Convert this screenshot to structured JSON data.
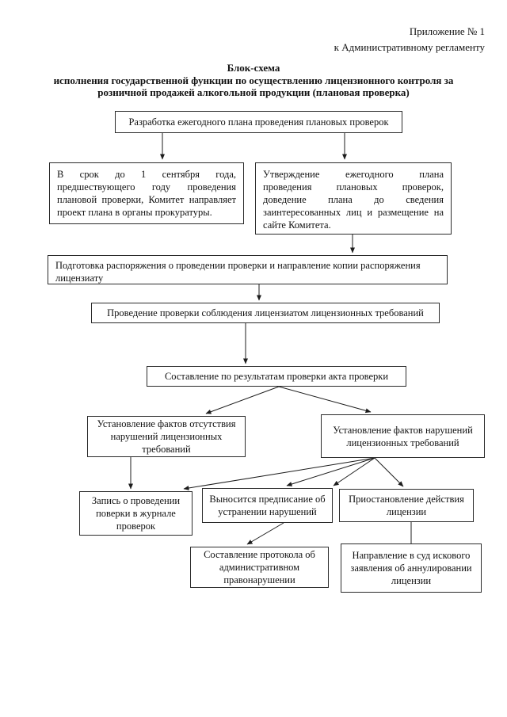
{
  "page": {
    "annex": [
      "Приложение № 1",
      "к Административному регламенту"
    ],
    "title": [
      "Блок-схема",
      "исполнения государственной функции по осуществлению лицензионного контроля за",
      "розничной продажей алкогольной продукции  (плановая проверка)"
    ]
  },
  "flowchart": {
    "nodes": [
      {
        "id": "develop-annual-plan",
        "text": "Разработка ежегодного плана проведения плановых проверок"
      },
      {
        "id": "send-draft-plan-to-prosecutors",
        "text": "В срок до 1 сентября года, предшествующего году проведения плановой проверки, Комитет направляет проект плана в органы прокуратуры."
      },
      {
        "id": "approve-annual-plan",
        "text": "Утверждение ежегодного плана проведения плановых проверок, доведение плана до сведения заинтересованных лиц и размещение на сайте Комитета."
      },
      {
        "id": "prepare-inspection-order",
        "text": "Подготовка распоряжения о проведении проверки и направление копии распоряжения лицензиату"
      },
      {
        "id": "conduct-inspection",
        "text": "Проведение проверки соблюдения лицензиатом лицензионных требований"
      },
      {
        "id": "draw-up-inspection-act",
        "text": "Составление по результатам проверки акта проверки"
      },
      {
        "id": "no-violations-found",
        "text": "Установление фактов отсутствия нарушений лицензионных требований"
      },
      {
        "id": "violations-found",
        "text": "Установление фактов нарушений лицензионных требований"
      },
      {
        "id": "journal-record",
        "text": "Запись о проведении поверки в журнале проверок"
      },
      {
        "id": "order-to-eliminate-violations",
        "text": "Выносится предписание об устранении нарушений"
      },
      {
        "id": "suspend-license",
        "text": "Приостановление действия лицензии"
      },
      {
        "id": "administrative-offence-protocol",
        "text": "Составление протокола об административном правонарушении"
      },
      {
        "id": "court-claim-license-annulment",
        "text": "Направление в суд искового заявления об аннулировании лицензии"
      }
    ]
  },
  "colors": {
    "background": "#ffffff",
    "box_border": "#2b2b2b",
    "text": "#111111"
  }
}
